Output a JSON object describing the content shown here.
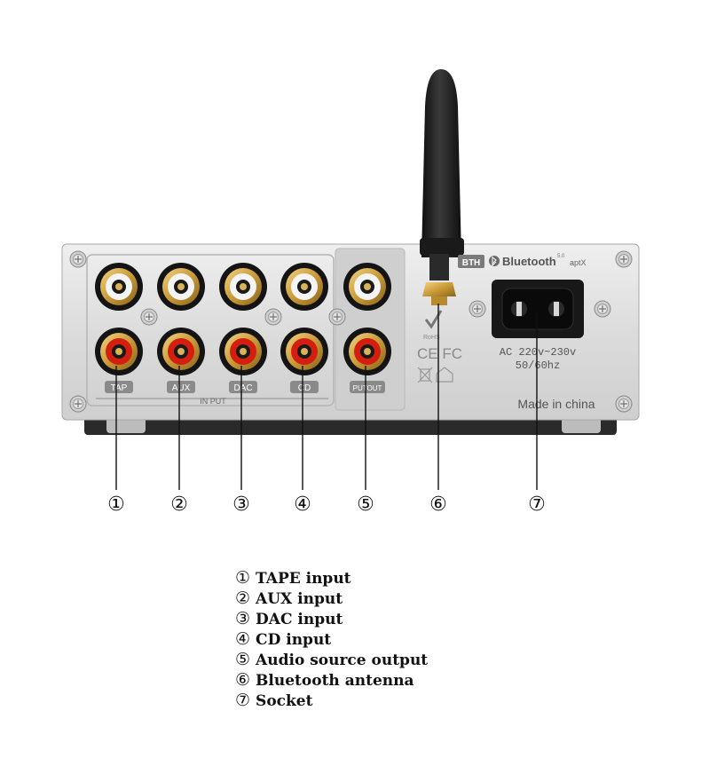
{
  "device": {
    "jack_labels": [
      "TAP",
      "AUX",
      "DAC",
      "CD",
      "PUTOUT"
    ],
    "group_label": "IN PUT",
    "badge": "BTH",
    "bluetooth_text": "Bluetooth",
    "bluetooth_version": "5.0",
    "aptx_text": "aptX",
    "rohs_text": "RoHS",
    "ce_fc_text": "CE FC",
    "ac_rating": "AC 220v~230v",
    "freq_rating": "50/60hz",
    "made_in": "Made in china"
  },
  "callouts": [
    "①",
    "②",
    "③",
    "④",
    "⑤",
    "⑥",
    "⑦"
  ],
  "legend": [
    {
      "num": "①",
      "label": "TAPE input"
    },
    {
      "num": "②",
      "label": "AUX input"
    },
    {
      "num": "③",
      "label": "DAC input"
    },
    {
      "num": "④",
      "label": "CD input"
    },
    {
      "num": "⑤",
      "label": "Audio source output"
    },
    {
      "num": "⑥",
      "label": "Bluetooth antenna"
    },
    {
      "num": "⑦",
      "label": "Socket"
    }
  ],
  "colors": {
    "panel": "#e2e2e2",
    "panel_shadow": "#8a8a8a",
    "gold": "#c99a38",
    "jack_white": "#f4f4f4",
    "jack_red": "#d41e10",
    "antenna": "#1c1c1c",
    "line": "#111111"
  }
}
